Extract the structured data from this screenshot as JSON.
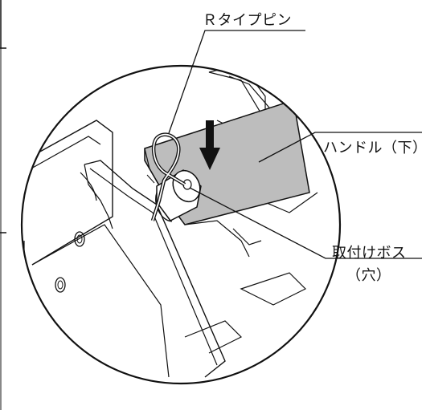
{
  "labels": {
    "r_pin": "Ｒタイプピン",
    "handle_lower": "ハンドル（下）",
    "mount_boss": "取付けボス",
    "hole": "（穴）"
  },
  "colors": {
    "line": "#111111",
    "handle_fill": "#bdbdbd",
    "background": "#ffffff"
  }
}
